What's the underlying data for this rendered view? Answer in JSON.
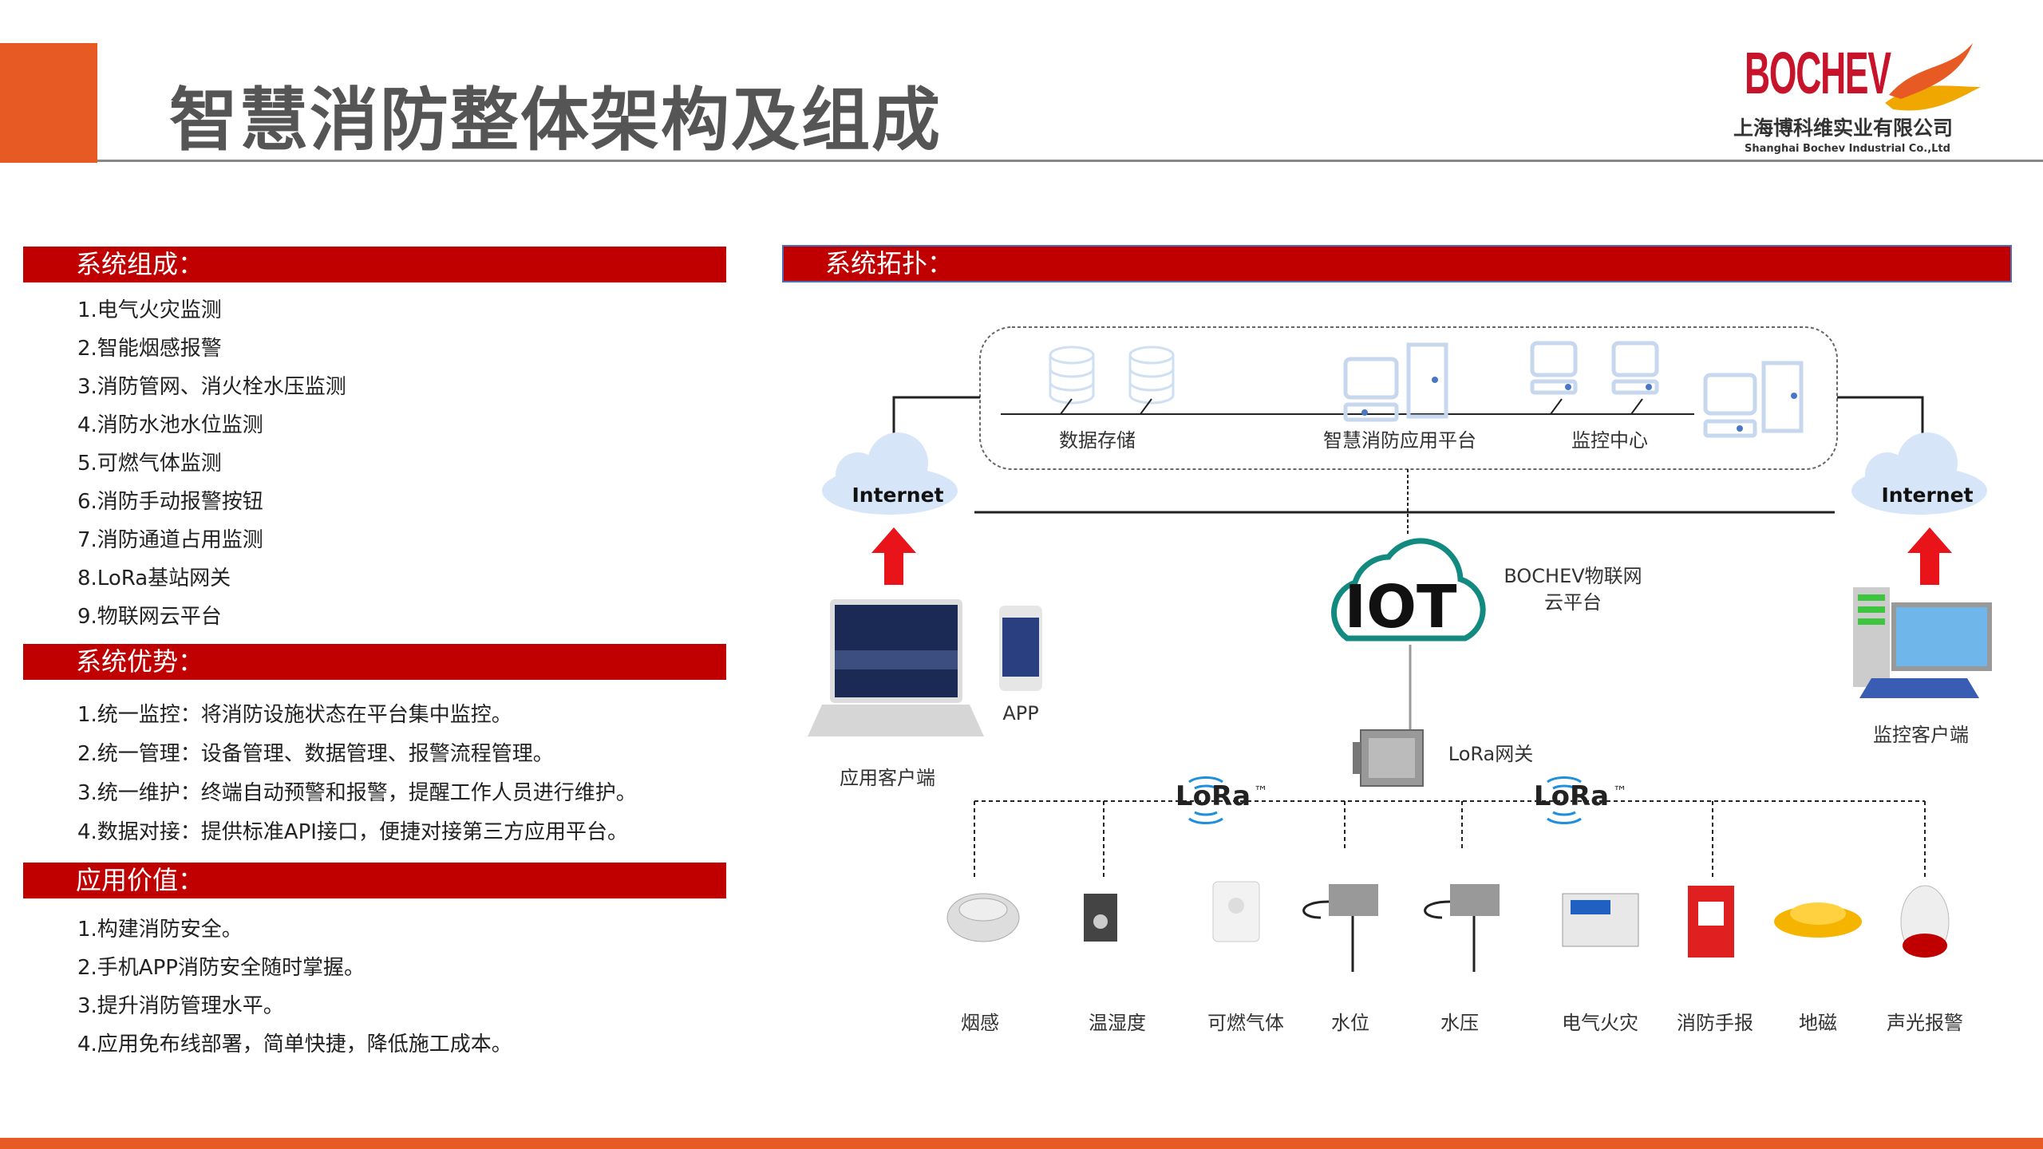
{
  "header": {
    "title": "智慧消防整体架构及组成",
    "logo_brand": "BOCHEV",
    "logo_cn": "上海博科维实业有限公司",
    "logo_en": "Shanghai Bochev Industrial Co.,Ltd"
  },
  "composition": {
    "title": "系统组成：",
    "items": [
      "1.电气火灾监测",
      "2.智能烟感报警",
      "3.消防管网、消火栓水压监测",
      "4.消防水池水位监测",
      "5.可燃气体监测",
      "6.消防手动报警按钮",
      "7.消防通道占用监测",
      "8.LoRa基站网关",
      "9.物联网云平台"
    ]
  },
  "advantages": {
    "title": "系统优势：",
    "items": [
      "1.统一监控：将消防设施状态在平台集中监控。",
      "2.统一管理：设备管理、数据管理、报警流程管理。",
      "3.统一维护：终端自动预警和报警，提醒工作人员进行维护。",
      "4.数据对接：提供标准API接口，便捷对接第三方应用平台。"
    ]
  },
  "value": {
    "title": "应用价值：",
    "items": [
      "1.构建消防安全。",
      "2.手机APP消防安全随时掌握。",
      "3.提升消防管理水平。",
      "4.应用免布线部署，简单快捷，降低施工成本。"
    ]
  },
  "topology": {
    "title": "系统拓扑：",
    "data_storage": "数据存储",
    "platform": "智慧消防应用平台",
    "monitor_center": "监控中心",
    "internet": "Internet",
    "iot": "IOT",
    "iot_label_1": "BOCHEV物联网",
    "iot_label_2": "云平台",
    "app": "APP",
    "app_client": "应用客户端",
    "monitor_client": "监控客户端",
    "gateway": "LoRa网关",
    "lora": "LoRa",
    "tm": "™",
    "sensors": [
      "烟感",
      "温湿度",
      "可燃气体",
      "水位",
      "水压",
      "电气火灾",
      "消防手报",
      "地磁",
      "声光报警"
    ]
  },
  "colors": {
    "accent": "#e85a24",
    "red": "#c00000",
    "teal": "#138a80"
  }
}
